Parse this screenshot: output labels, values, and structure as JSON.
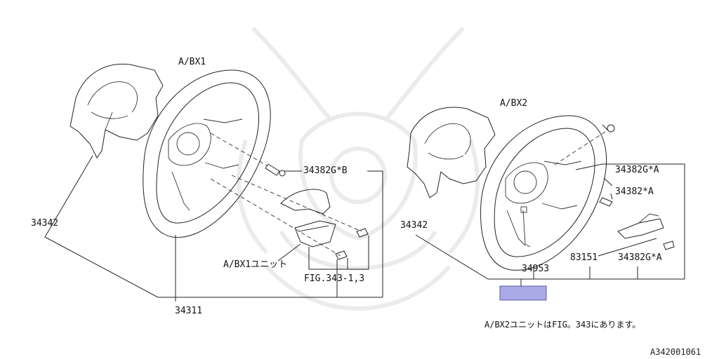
{
  "labels": {
    "ab1": "A/BX1",
    "ab2": "A/BX2",
    "p34342_left": "34342",
    "p34342_right": "34342",
    "p34382g_b": "34382G*B",
    "p34382g_a_top": "34382G*A",
    "p34382_a": "34382*A",
    "p34382g_a_bottom": "34382G*A",
    "ab1_unit": "A/BX1ユニット",
    "fig_ref": "FIG.343-1,3",
    "p34311": "34311",
    "p34953": "34953",
    "p83151": "83151",
    "note": "A/BX2ユニットはFIG。343にあります。",
    "diagram_id": "A342001061"
  },
  "colors": {
    "line": "#222222",
    "highlight_fill": "#a9a9e6",
    "highlight_stroke": "#5a5aa8",
    "watermark": "#e9e9e9"
  }
}
